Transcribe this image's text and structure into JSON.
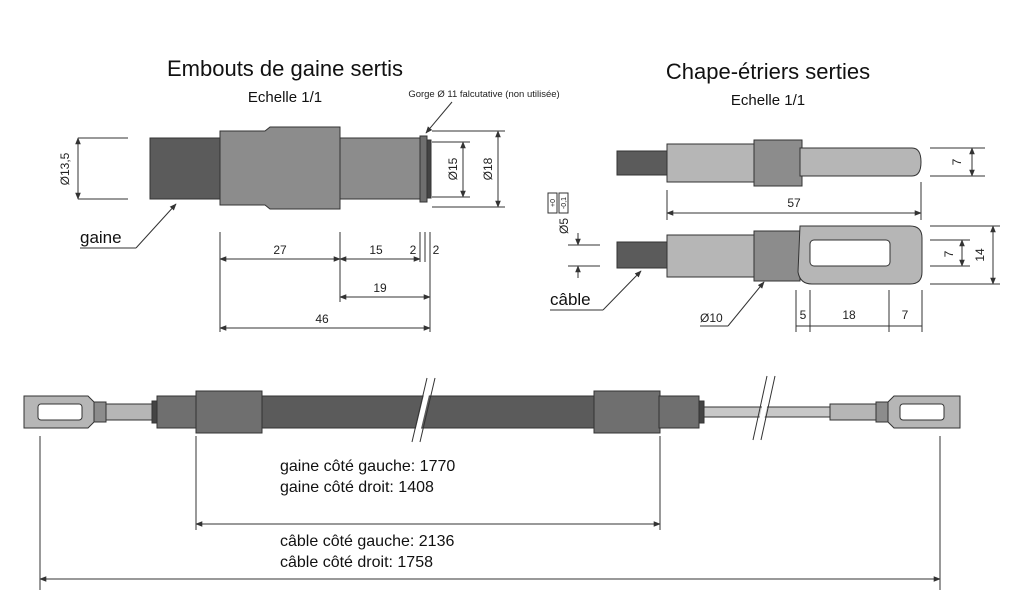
{
  "diagram": {
    "left_view": {
      "title": "Embouts de gaine sertis",
      "scale": "Echelle 1/1",
      "gorge_note": "Gorge Ø 11 falcutative (non utilisée)",
      "dia_gaine": "Ø13,5",
      "dia_15": "Ø15",
      "dia_18": "Ø18",
      "dim_27": "27",
      "dim_15": "15",
      "dim_2a": "2",
      "dim_2b": "2",
      "dim_19": "19",
      "dim_46": "46",
      "label_gaine": "gaine"
    },
    "right_view": {
      "title": "Chape-étriers serties",
      "scale": "Echelle 1/1",
      "dim_7_top": "7",
      "dim_57": "57",
      "dia_5": "Ø5",
      "tol_plus": "+0",
      "tol_minus": "-0,1",
      "label_cable": "câble",
      "dia_10": "Ø10",
      "dim_5": "5",
      "dim_18": "18",
      "dim_7_bottom": "7",
      "dim_7_side": "7",
      "dim_14": "14"
    },
    "assembly": {
      "gaine_left": "gaine côté gauche: 1770",
      "gaine_right": "gaine côté droit: 1408",
      "cable_left": "câble côté gauche: 2136",
      "cable_right": "câble côté droit: 1758"
    },
    "colors": {
      "sheath_dark": "#5b5b5b",
      "crimp_mid": "#8c8c8c",
      "fitting_light": "#b6b6b6",
      "cable_wire": "#c8c8c8",
      "line": "#333333"
    }
  }
}
